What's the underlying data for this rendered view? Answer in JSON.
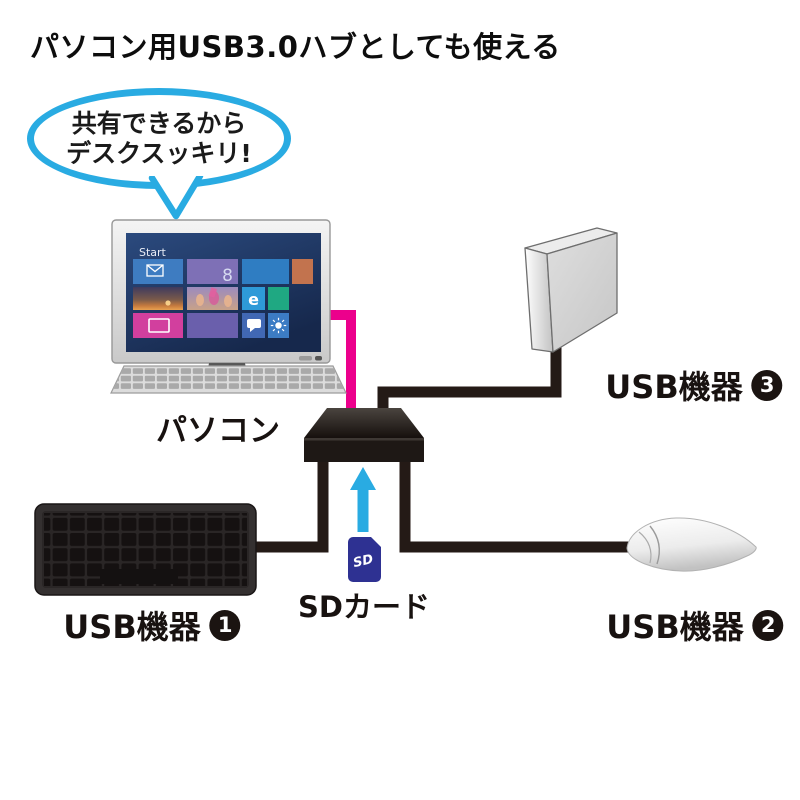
{
  "title": "パソコン用USB3.0ハブとしても使える",
  "speech_bubble": {
    "line1": "共有できるから",
    "line2": "デスクスッキリ!"
  },
  "computer": {
    "label": "パソコン",
    "screen": {
      "start_label": "Start",
      "tile_number": "8",
      "browser_letter": "e"
    }
  },
  "hub": {
    "illustration": "usb3-hub-card-reader"
  },
  "sd_card": {
    "label": "SDカード",
    "logo": "SD"
  },
  "devices": [
    {
      "label": "USB機器",
      "number": "1",
      "illustration": "keyboard"
    },
    {
      "label": "USB機器",
      "number": "2",
      "illustration": "mouse"
    },
    {
      "label": "USB機器",
      "number": "3",
      "illustration": "external-hdd"
    }
  ],
  "colors": {
    "bubble_blue": "#29ABE2",
    "cable_pink": "#EC008C",
    "cable_black": "#241A16",
    "arrow_blue": "#29ABE2",
    "sd_navy": "#2E3192",
    "badge_black": "#1B1411"
  }
}
